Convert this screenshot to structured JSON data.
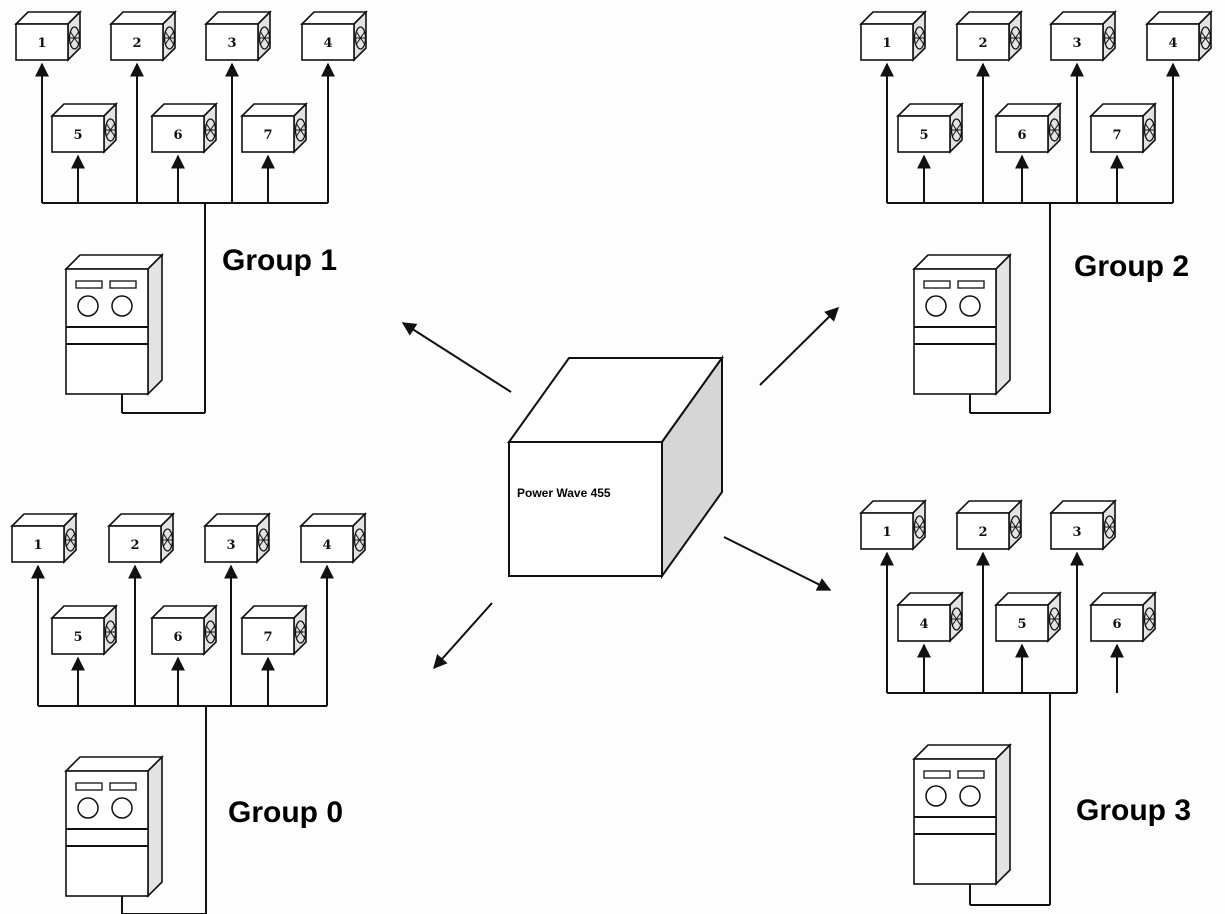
{
  "central_unit": {
    "label": "Power Wave 455"
  },
  "groups": [
    {
      "id": "group-1",
      "label": "Group 1",
      "top_feeders": [
        "1",
        "2",
        "3",
        "4"
      ],
      "bottom_feeders": [
        "5",
        "6",
        "7"
      ]
    },
    {
      "id": "group-2",
      "label": "Group 2",
      "top_feeders": [
        "1",
        "2",
        "3",
        "4"
      ],
      "bottom_feeders": [
        "5",
        "6",
        "7"
      ]
    },
    {
      "id": "group-0",
      "label": "Group 0",
      "top_feeders": [
        "1",
        "2",
        "3",
        "4"
      ],
      "bottom_feeders": [
        "5",
        "6",
        "7"
      ]
    },
    {
      "id": "group-3",
      "label": "Group 3",
      "top_feeders": [
        "1",
        "2",
        "3"
      ],
      "bottom_feeders": [
        "4",
        "5",
        "6"
      ]
    }
  ],
  "colors": {
    "line": "#111111",
    "box_fill": "#ffffff",
    "box_shade": "#e3e3e3",
    "label": "#000000"
  }
}
